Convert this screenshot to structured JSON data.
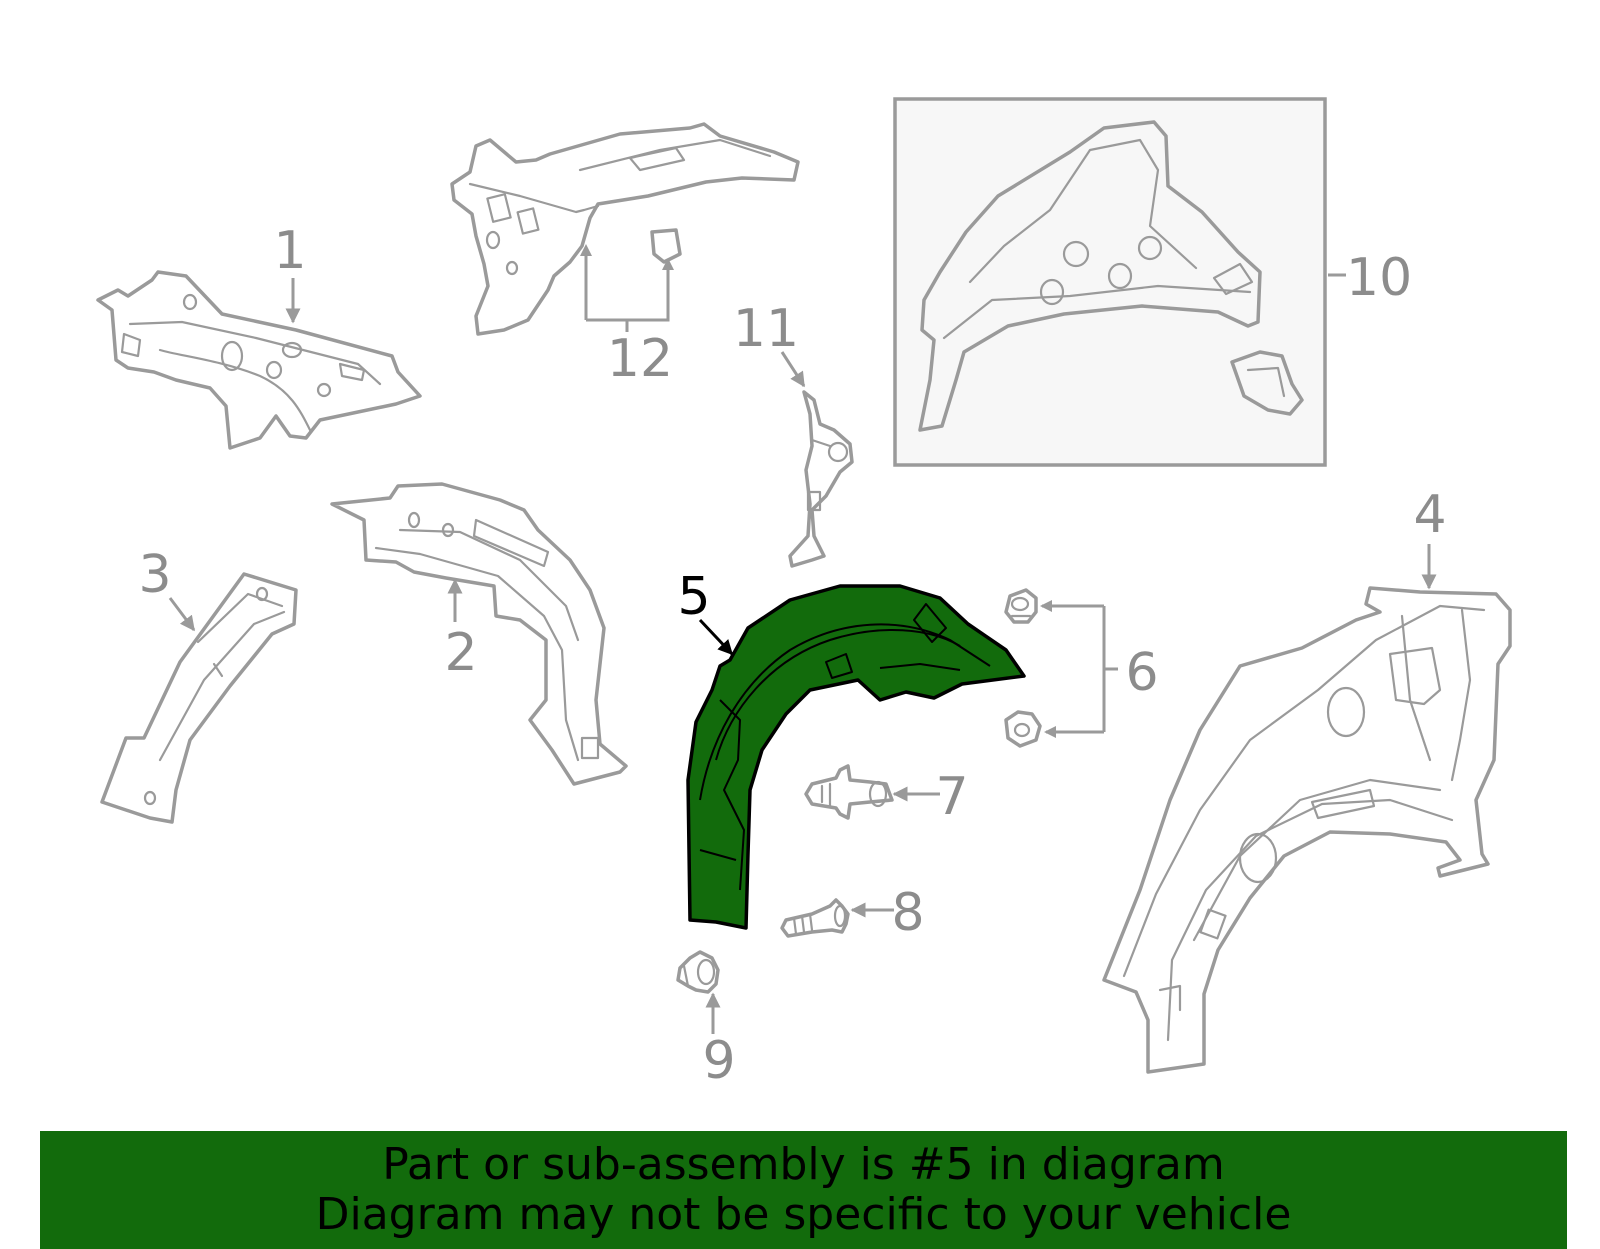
{
  "diagram": {
    "highlight_color": "#126b0c",
    "labels": {
      "p1": "1",
      "p2": "2",
      "p3": "3",
      "p4": "4",
      "p5": "5",
      "p6": "6",
      "p7": "7",
      "p8": "8",
      "p9": "9",
      "p10": "10",
      "p11": "11",
      "p12": "12"
    }
  },
  "banner": {
    "background": "#126b0c",
    "line1": "Part or sub-assembly is #5 in diagram",
    "line2": "Diagram may not be specific to your vehicle"
  }
}
